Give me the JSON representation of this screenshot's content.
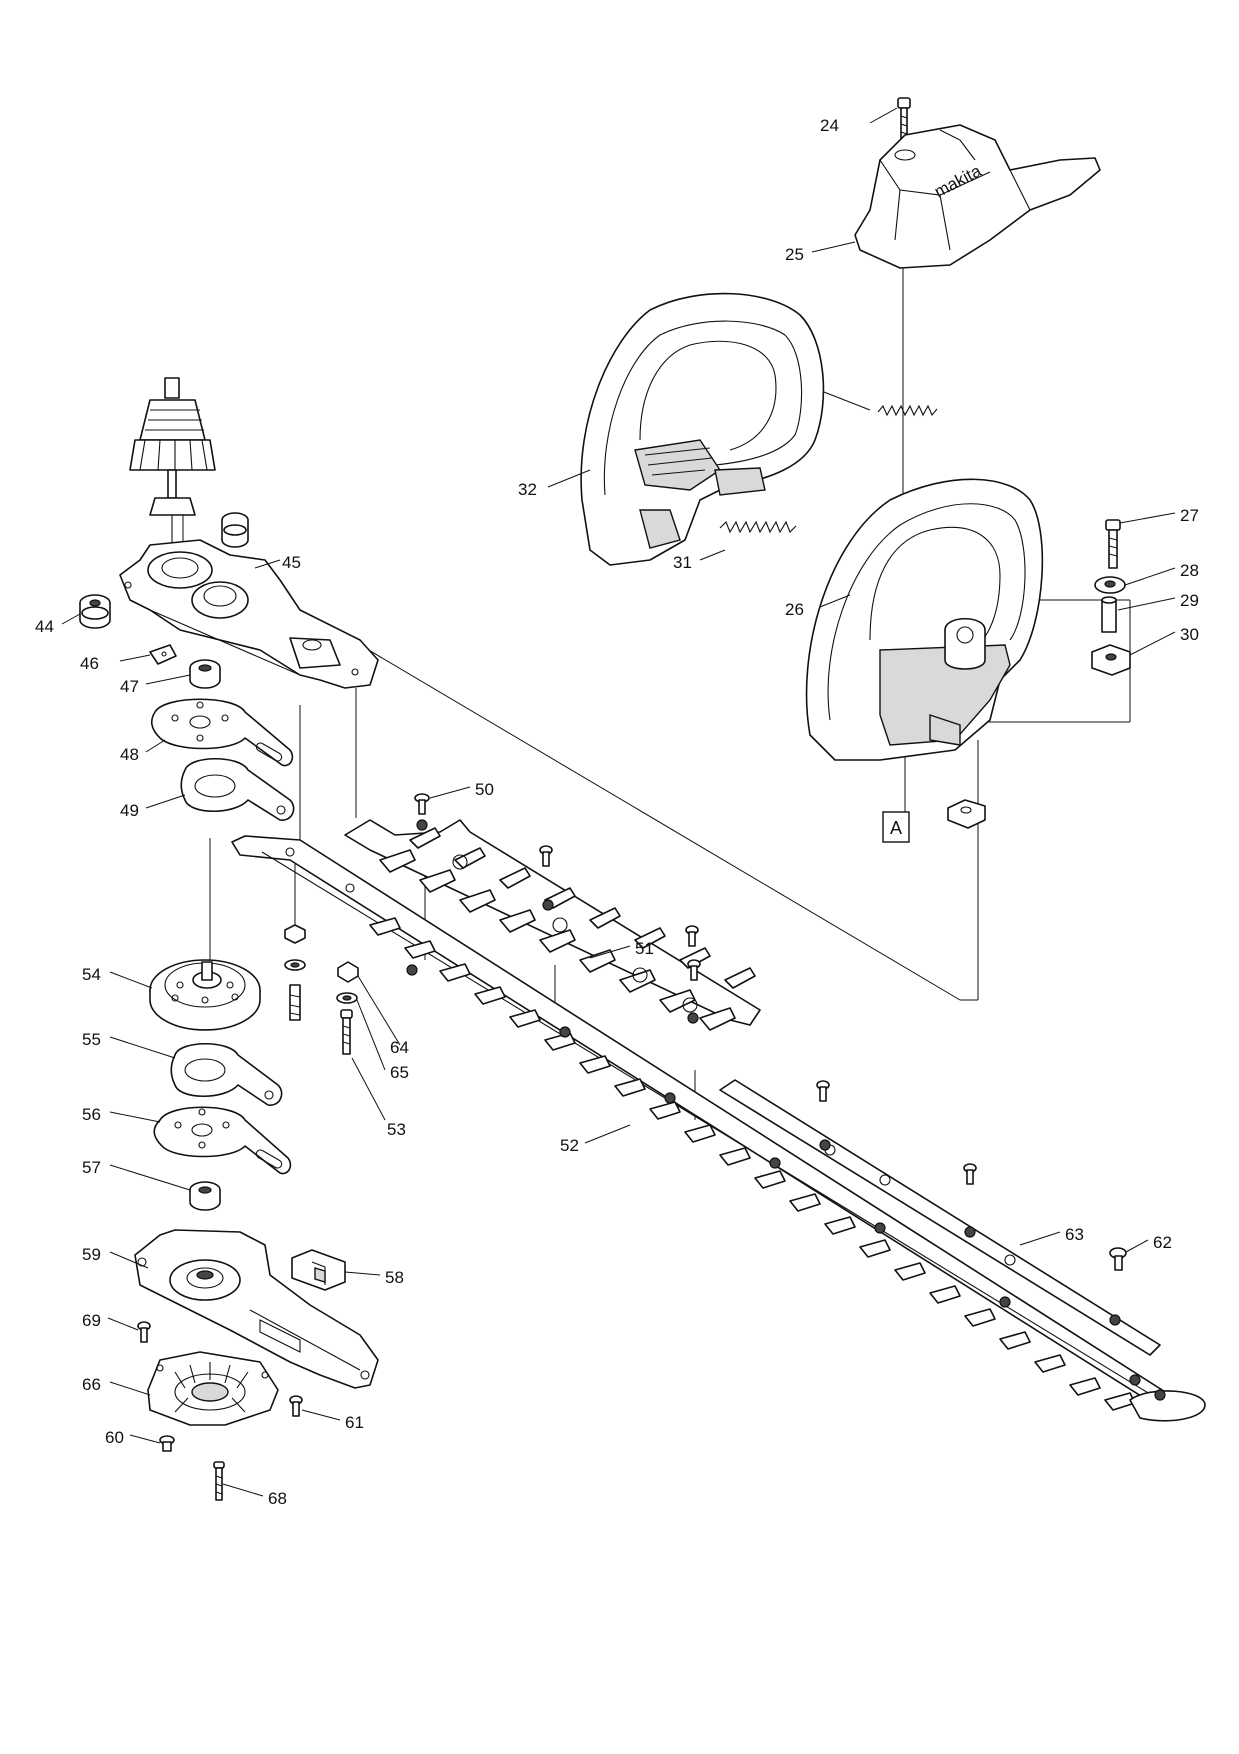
{
  "parts": [
    {
      "id": "p24",
      "num": "24"
    },
    {
      "id": "p25",
      "num": "25"
    },
    {
      "id": "p26",
      "num": "26"
    },
    {
      "id": "p27",
      "num": "27"
    },
    {
      "id": "p28",
      "num": "28"
    },
    {
      "id": "p29",
      "num": "29"
    },
    {
      "id": "p30",
      "num": "30"
    },
    {
      "id": "p31",
      "num": "31"
    },
    {
      "id": "p32",
      "num": "32"
    },
    {
      "id": "p44",
      "num": "44"
    },
    {
      "id": "p45",
      "num": "45"
    },
    {
      "id": "p46",
      "num": "46"
    },
    {
      "id": "p47",
      "num": "47"
    },
    {
      "id": "p48",
      "num": "48"
    },
    {
      "id": "p49",
      "num": "49"
    },
    {
      "id": "p50",
      "num": "50"
    },
    {
      "id": "p51",
      "num": "51"
    },
    {
      "id": "p52",
      "num": "52"
    },
    {
      "id": "p53",
      "num": "53"
    },
    {
      "id": "p54",
      "num": "54"
    },
    {
      "id": "p55",
      "num": "55"
    },
    {
      "id": "p56",
      "num": "56"
    },
    {
      "id": "p57",
      "num": "57"
    },
    {
      "id": "p58",
      "num": "58"
    },
    {
      "id": "p59",
      "num": "59"
    },
    {
      "id": "p60",
      "num": "60"
    },
    {
      "id": "p61",
      "num": "61"
    },
    {
      "id": "p62",
      "num": "62"
    },
    {
      "id": "p63",
      "num": "63"
    },
    {
      "id": "p64",
      "num": "64"
    },
    {
      "id": "p65",
      "num": "65"
    },
    {
      "id": "p66",
      "num": "66"
    },
    {
      "id": "p68",
      "num": "68"
    },
    {
      "id": "p69",
      "num": "69"
    }
  ],
  "reference_marker": {
    "text": "A"
  },
  "brand_text": "makita"
}
